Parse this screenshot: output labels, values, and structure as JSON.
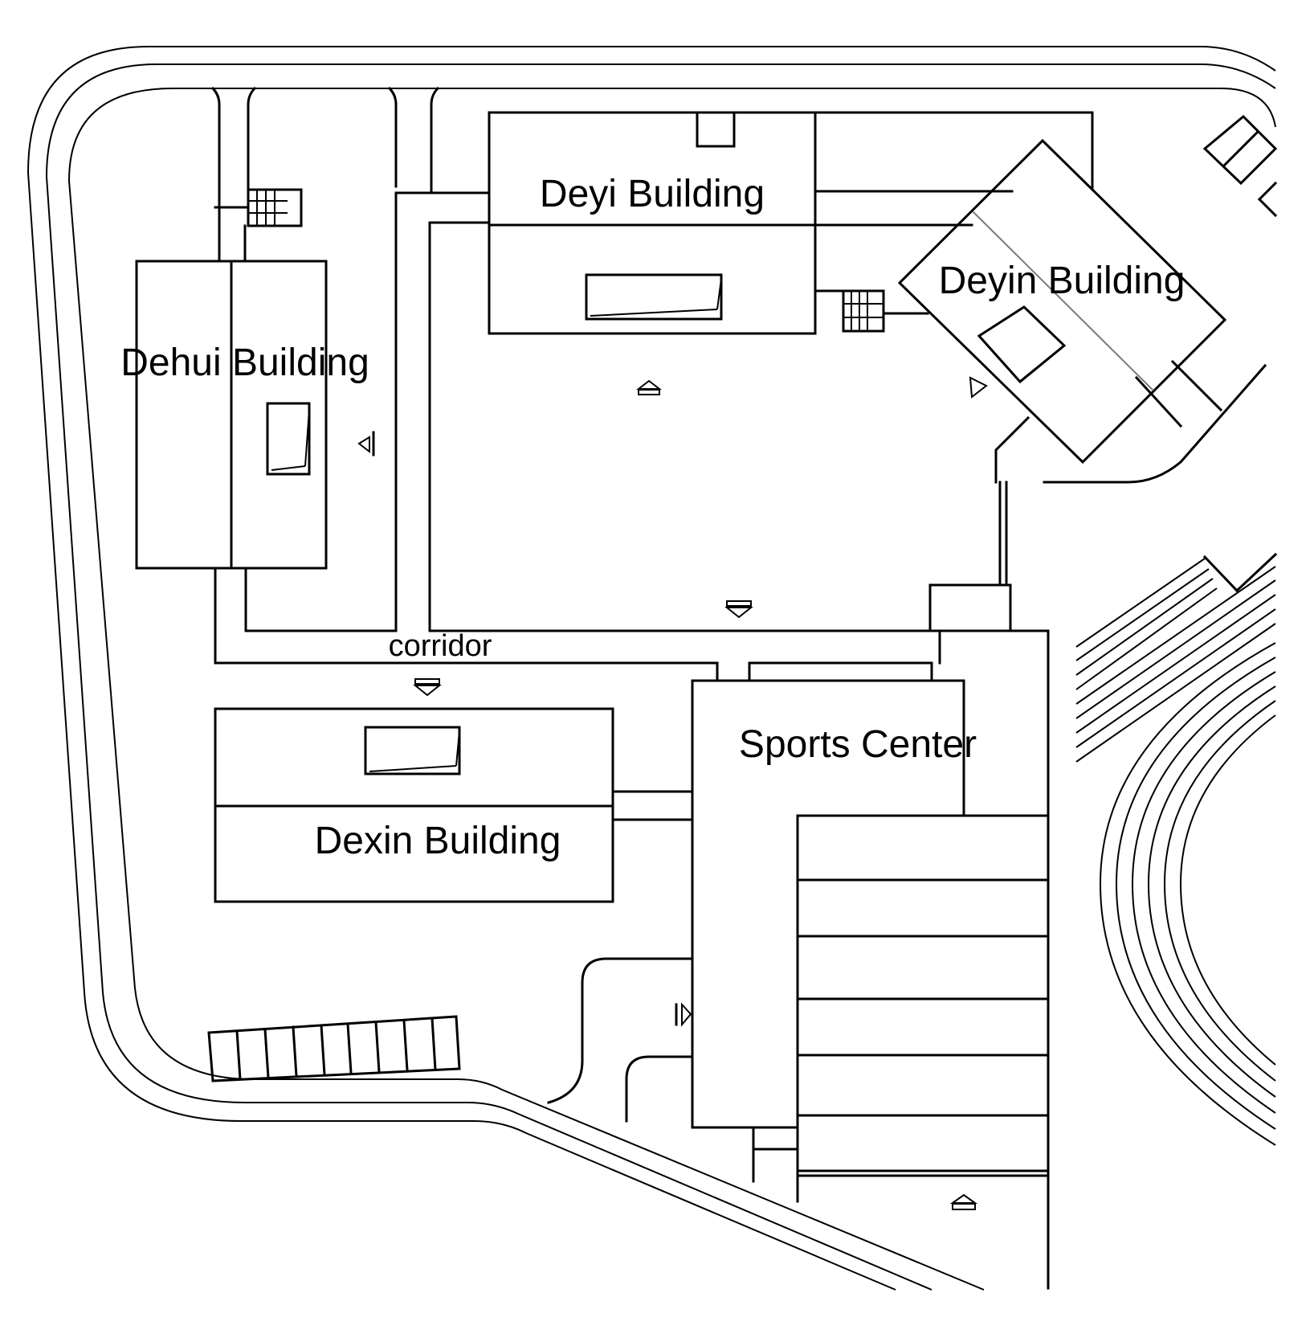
{
  "map": {
    "labels": {
      "deyi": "Deyi Building",
      "deyin": "Deyin Building",
      "dehui": "Dehui Building",
      "dexin": "Dexin Building",
      "sports_center": "Sports Center",
      "corridor": "corridor"
    }
  }
}
